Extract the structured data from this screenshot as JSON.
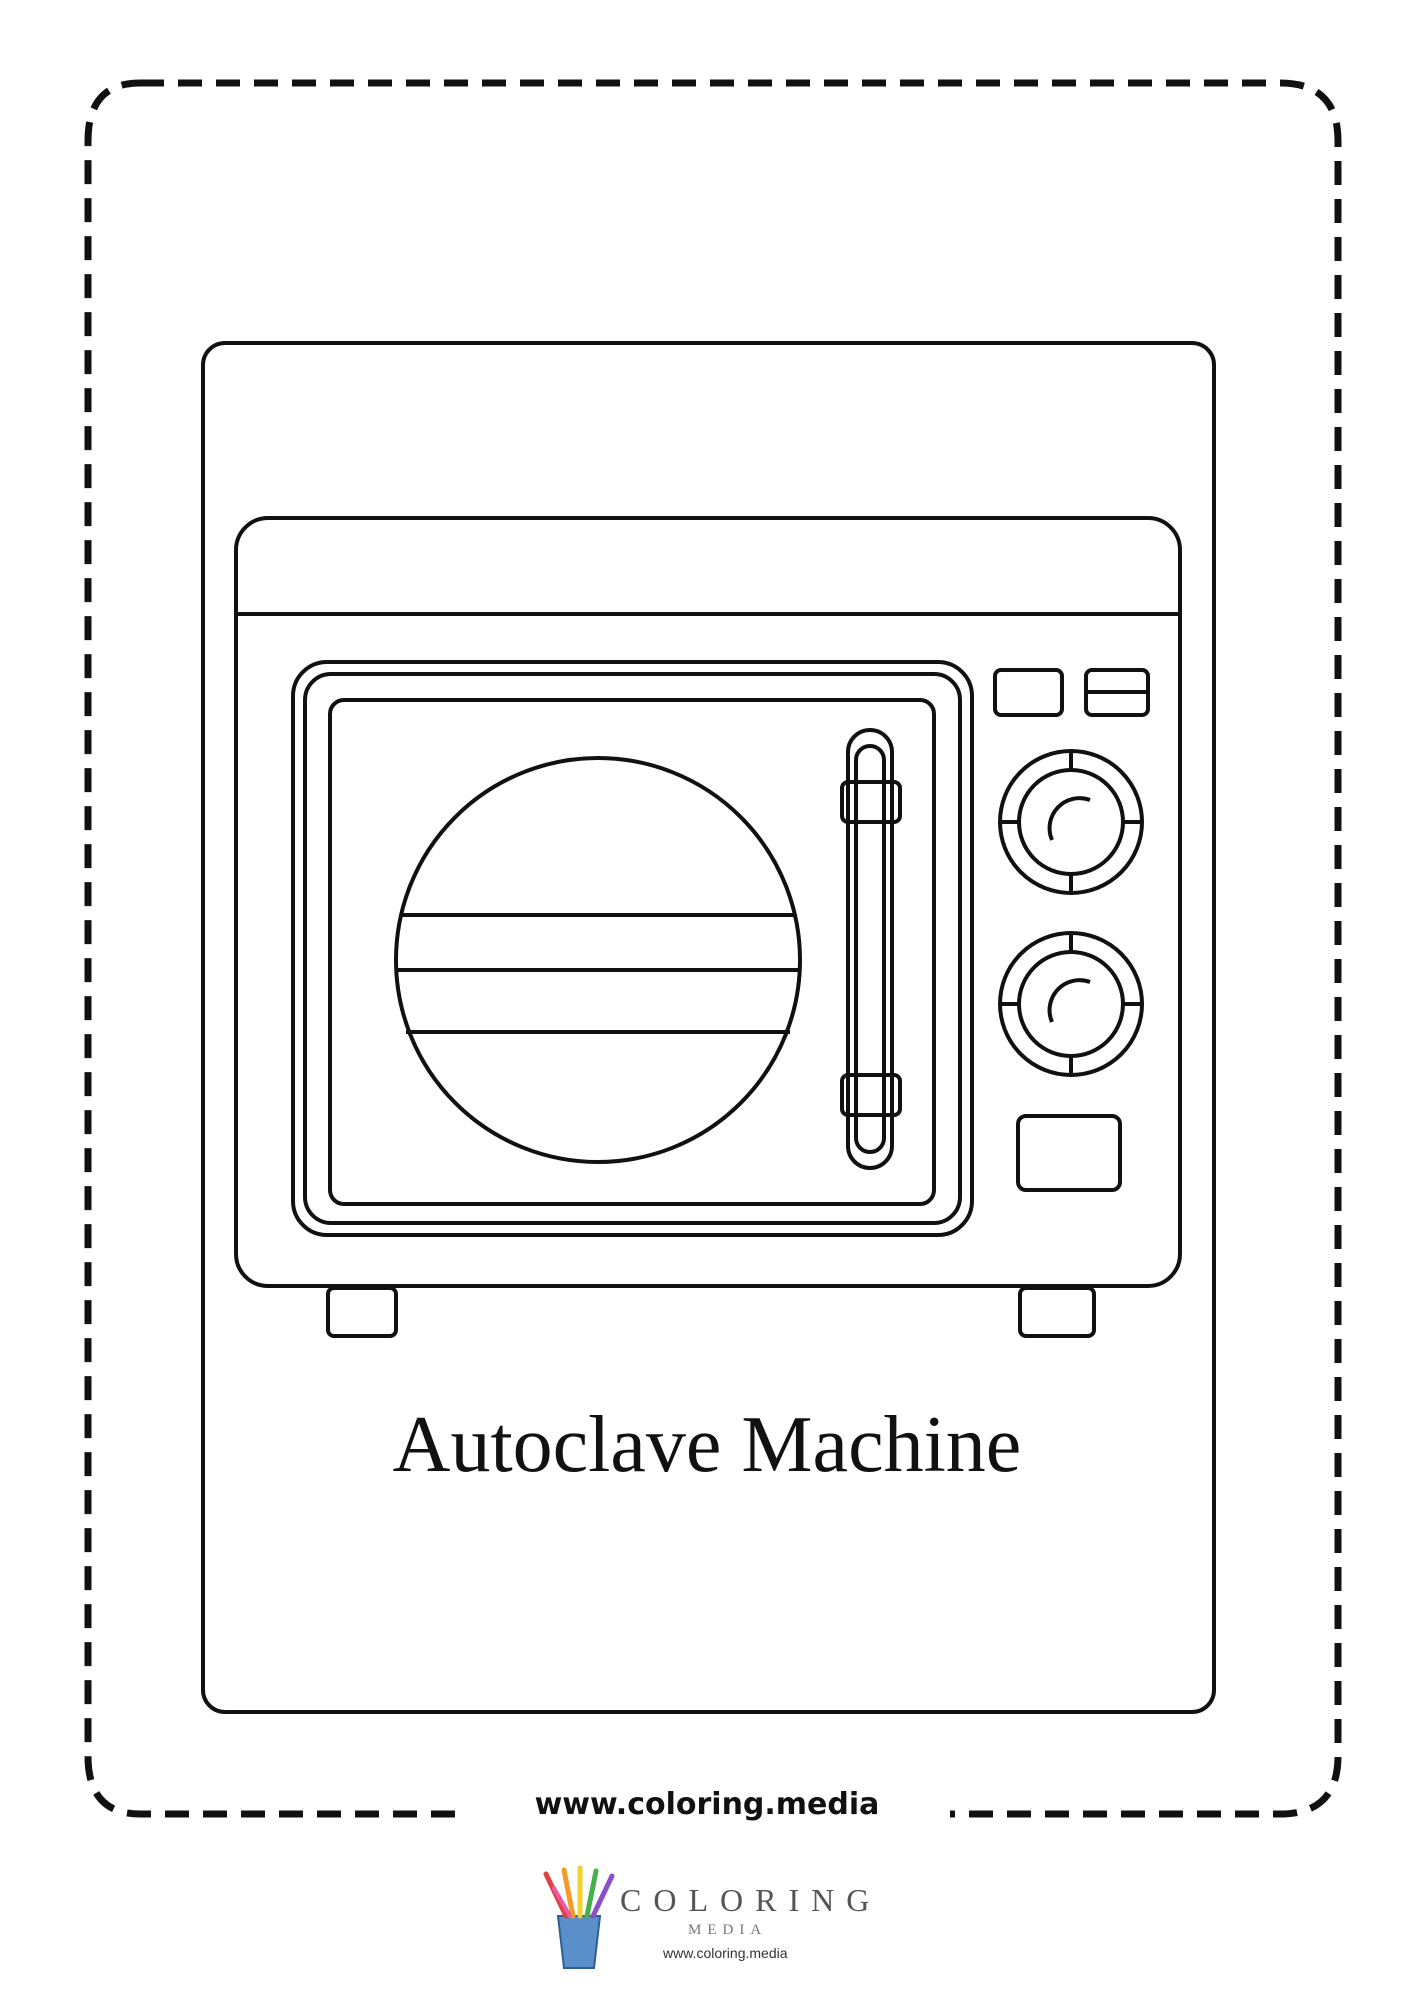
{
  "page": {
    "caption": "Autoclave Machine",
    "site_url": "www.coloring.media"
  },
  "logo": {
    "word": "COLORING",
    "sub": "MEDIA",
    "url": "www.coloring.media"
  },
  "illustration": {
    "subject": "autoclave machine",
    "line_color": "#111111",
    "background_color": "#ffffff"
  }
}
